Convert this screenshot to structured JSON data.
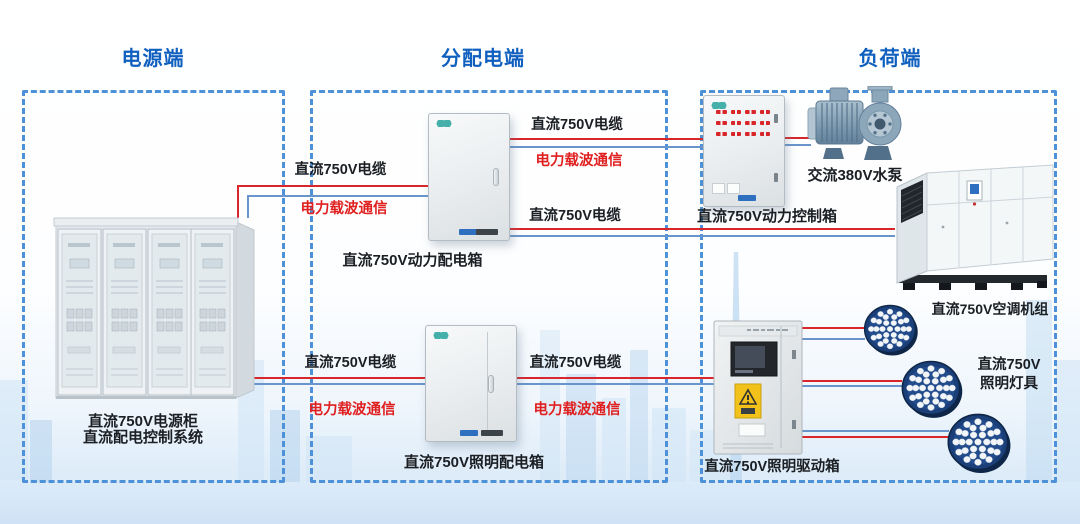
{
  "sections": {
    "power": {
      "title": "电源端"
    },
    "distribution": {
      "title": "分配电端"
    },
    "load": {
      "title": "负荷端"
    }
  },
  "labels": {
    "dc_cable": "直流750V电缆",
    "plc": "电力载波通信"
  },
  "devices": {
    "power_cabinet": {
      "line1": "直流750V电源柜",
      "line2": "直流配电控制系统"
    },
    "power_distribution_box": {
      "label": "直流750V动力配电箱"
    },
    "lighting_distribution_box": {
      "label": "直流750V照明配电箱"
    },
    "power_control_box": {
      "label": "直流750V动力控制箱"
    },
    "water_pump": {
      "label": "交流380V水泵"
    },
    "ac_unit": {
      "label": "直流750V空调机组"
    },
    "lighting_driver_box": {
      "label": "直流750V照明驱动箱"
    },
    "lighting_fixtures": {
      "line1": "直流750V",
      "line2": "照明灯具"
    }
  },
  "colors": {
    "header_blue": "#1060bf",
    "dashed_border": "#4d91d9",
    "cable_red": "#d8262b",
    "plc_blue": "#6a95cc",
    "label_red": "#e01f1f",
    "label_black": "#1b1f24"
  }
}
